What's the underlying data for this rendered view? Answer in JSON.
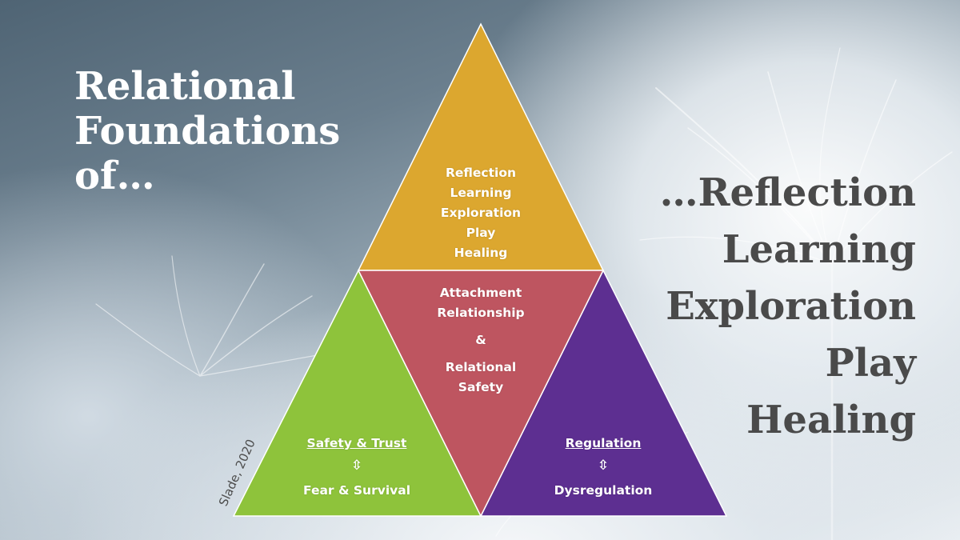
{
  "left_title": {
    "line1": "Relational",
    "line2": "Foundations",
    "line3": "of…"
  },
  "right_title": {
    "line1": "…Reflection",
    "line2": "Learning",
    "line3": "Exploration",
    "line4": "Play",
    "line5": "Healing"
  },
  "pyramid": {
    "top": {
      "color": "#dca72f",
      "lines": [
        "Reflection",
        "Learning",
        "Exploration",
        "Play",
        "Healing"
      ]
    },
    "center": {
      "color": "#be5560",
      "line1": "Attachment",
      "line2": "Relationship",
      "amp": "&",
      "line3": "Relational",
      "line4": "Safety"
    },
    "left": {
      "color": "#8ec33b",
      "heading": "Safety & Trust",
      "arrow": "⇳",
      "bottom": "Fear & Survival"
    },
    "right": {
      "color": "#5d2f91",
      "heading": "Regulation",
      "arrow": "⇳",
      "bottom": "Dysregulation"
    }
  },
  "credit": "Slade, 2020"
}
